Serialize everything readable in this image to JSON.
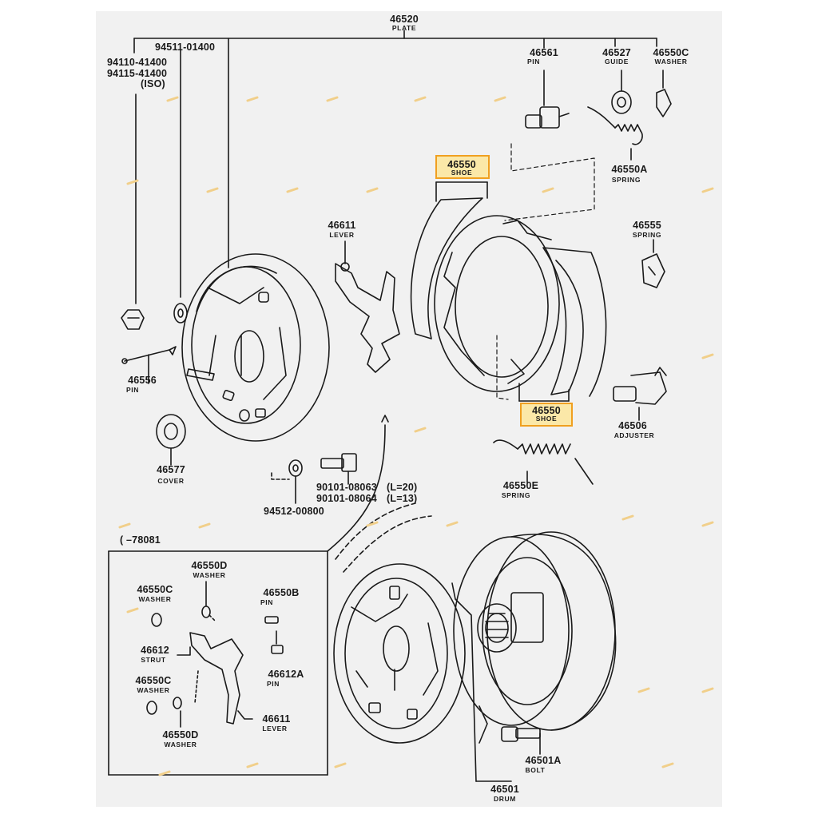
{
  "diagram": {
    "plate": {
      "num": "46520",
      "name": "PLATE"
    },
    "nut": {
      "num1": "94110-41400",
      "num2": "94115-41400",
      "note": "(ISO)"
    },
    "lock_washer": {
      "num": "94511-01400"
    },
    "pin_top": {
      "num": "46561",
      "name": "PIN"
    },
    "guide": {
      "num": "46527",
      "name": "GUIDE"
    },
    "washer_top": {
      "num": "46550C",
      "name": "WASHER"
    },
    "shoe_upper": {
      "num": "46550",
      "name": "SHOE"
    },
    "shoe_lower": {
      "num": "46550",
      "name": "SHOE"
    },
    "spring_a": {
      "num": "46550A",
      "name": "SPRING"
    },
    "lever_top": {
      "num": "46611",
      "name": "LEVER"
    },
    "spring_555": {
      "num": "46555",
      "name": "SPRING"
    },
    "pin_556": {
      "num": "46556",
      "name": "PIN"
    },
    "adjuster": {
      "num": "46506",
      "name": "ADJUSTER"
    },
    "cover": {
      "num": "46577",
      "name": "COVER"
    },
    "spring_e": {
      "num": "46550E",
      "name": "SPRING"
    },
    "bolt_a": {
      "num": "90101-08063",
      "len": "(L=20)"
    },
    "bolt_b": {
      "num": "90101-08064",
      "len": "(L=13)"
    },
    "nut_small": {
      "num": "94512-00800"
    },
    "inset": {
      "range": "(      –78081",
      "washer_d_top": {
        "num": "46550D",
        "name": "WASHER"
      },
      "washer_c_top": {
        "num": "46550C",
        "name": "WASHER"
      },
      "pin_b": {
        "num": "46550B",
        "name": "PIN"
      },
      "strut": {
        "num": "46612",
        "name": "STRUT"
      },
      "pin_a": {
        "num": "46612A",
        "name": "PIN"
      },
      "washer_c_bot": {
        "num": "46550C",
        "name": "WASHER"
      },
      "lever": {
        "num": "46611",
        "name": "LEVER"
      },
      "washer_d_bot": {
        "num": "46550D",
        "name": "WASHER"
      }
    },
    "bolt_hub": {
      "num": "46501A",
      "name": "BOLT"
    },
    "drum": {
      "num": "46501",
      "name": "DRUM"
    }
  }
}
